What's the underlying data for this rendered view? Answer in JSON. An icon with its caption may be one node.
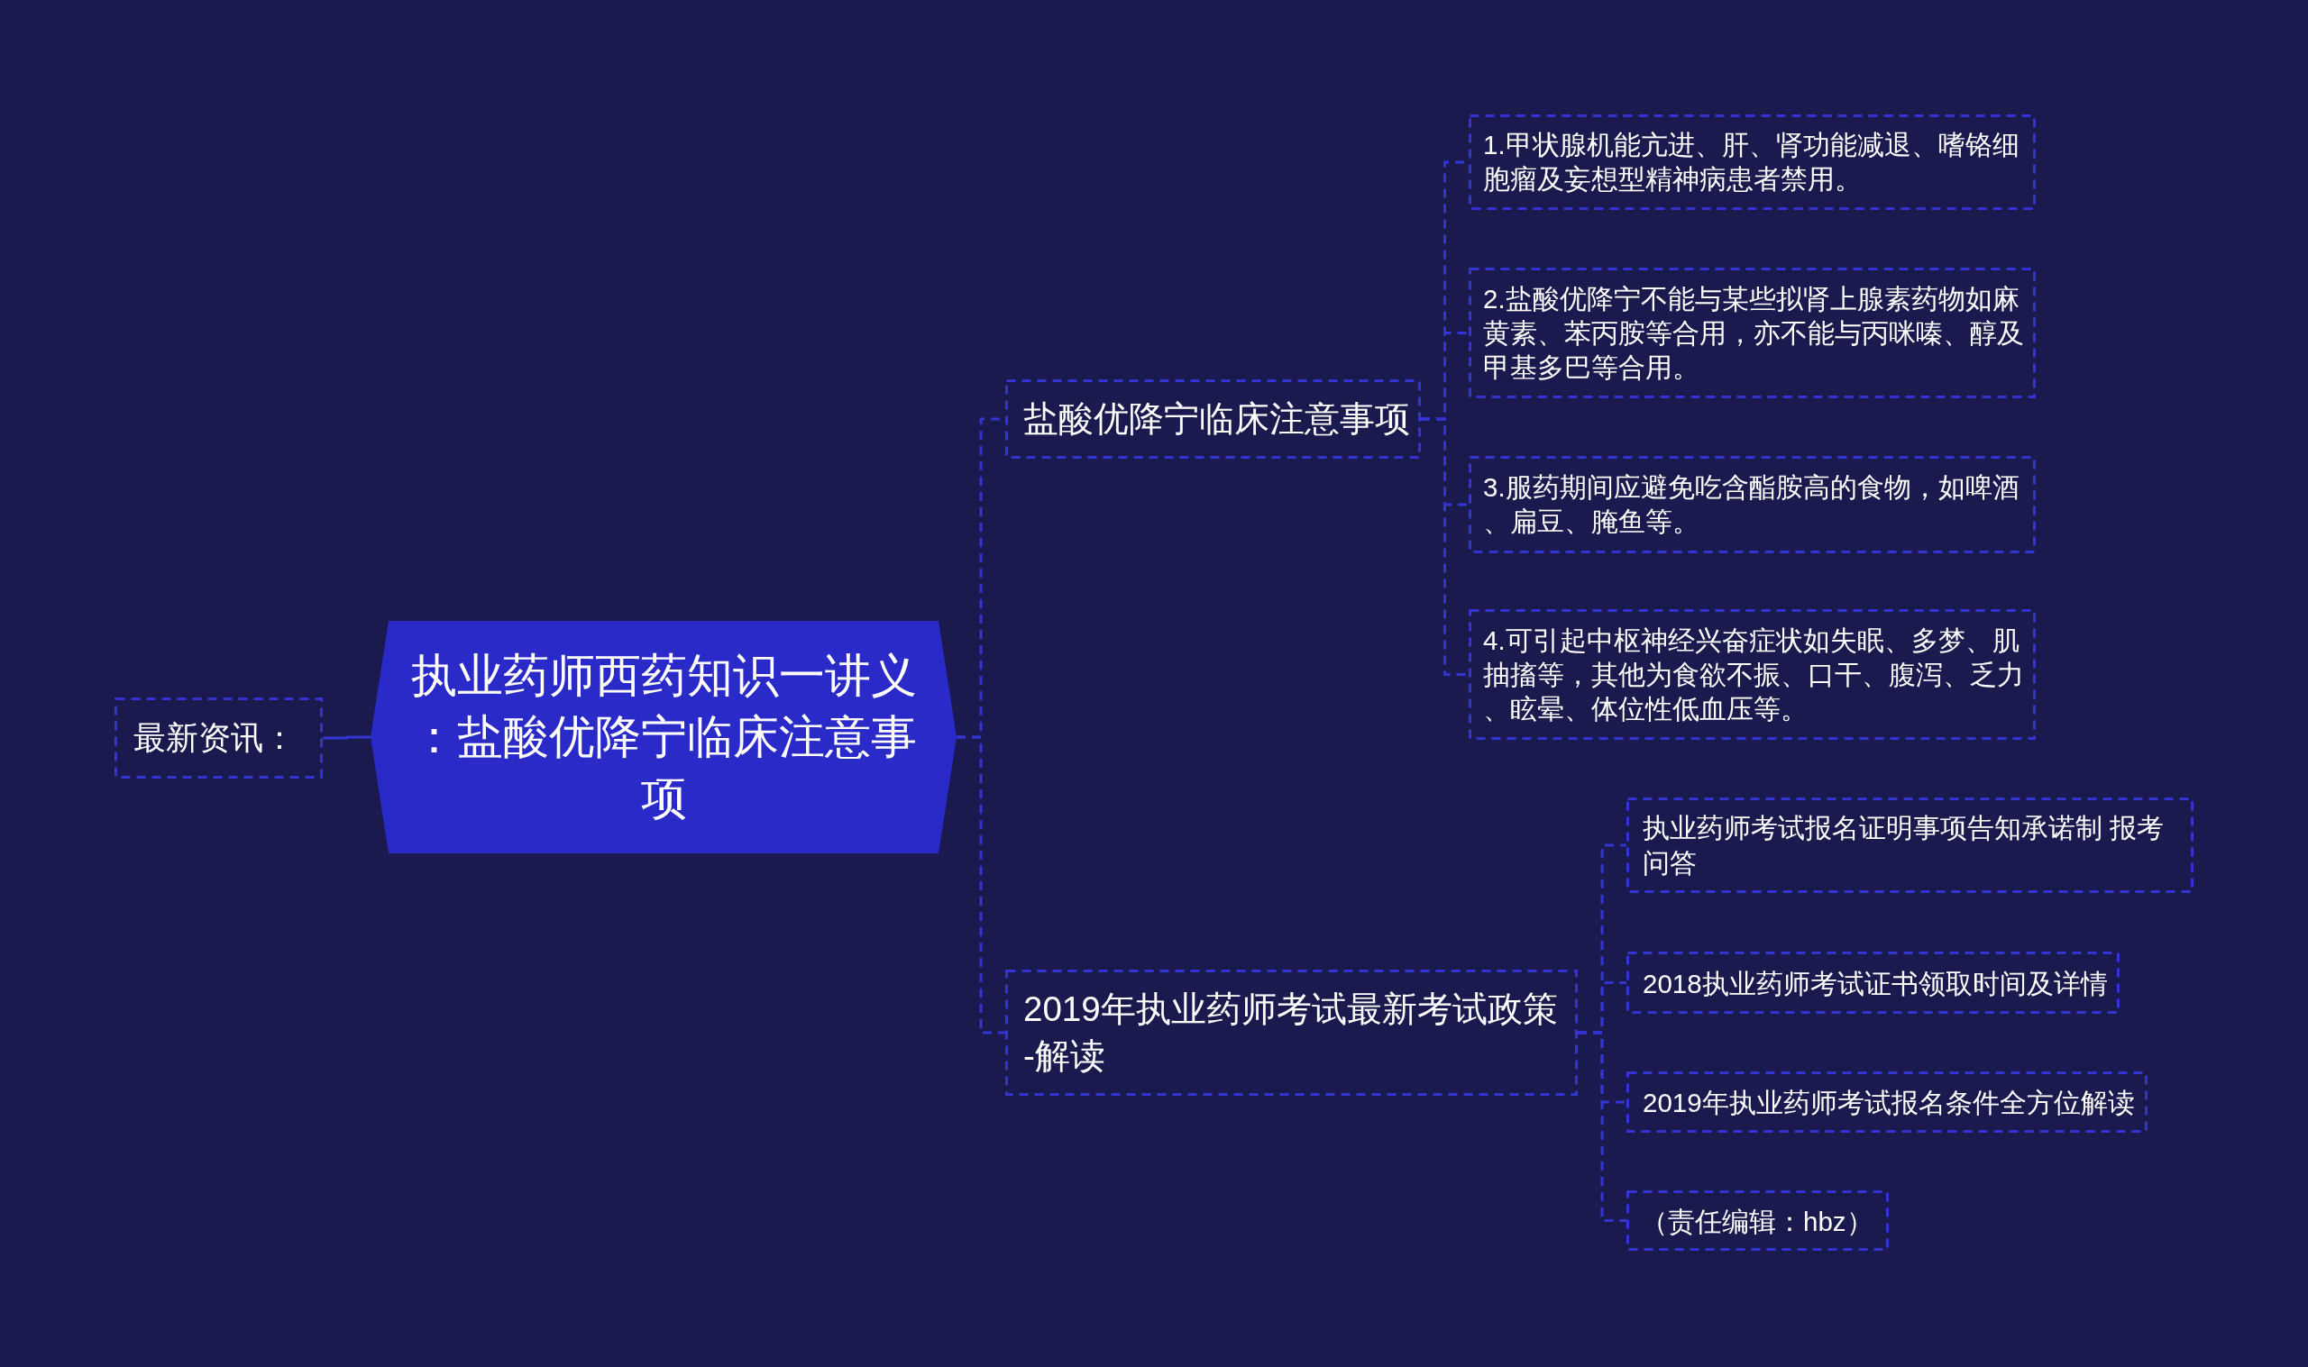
{
  "diagram": {
    "nodes": [
      {
        "text": [
          "执业药师西药知识一讲义：盐酸优降宁临床注意事项"
        ]
      },
      {
        "text": [
          "最新资讯："
        ]
      },
      {
        "text": [
          "盐酸优降宁临床注意事项"
        ]
      },
      {
        "text": [
          "1.甲状腺机能亢进、肝、肾功能减退、嗜铬细胞瘤及妄想型精神病患者禁用。"
        ]
      },
      {
        "text": [
          "2.盐酸优降宁不能与某些拟肾上腺素药物如麻黄素、苯丙胺等合用，亦不能与丙咪嗪、醇及甲基多巴等合用。"
        ]
      },
      {
        "text": [
          "3.服药期间应避免吃含酯胺高的食物，如啤酒、扁豆、腌鱼等。"
        ]
      },
      {
        "text": [
          "4.可引起中枢神经兴奋症状如失眠、多梦、肌抽搐等，其他为食欲不振、口干、腹泻、乏力、眩晕、体位性低血压等。"
        ]
      },
      {
        "text": [
          "2019年执业药师考试最新考试政策-解读"
        ]
      },
      {
        "text": [
          "执业药师考试报名证明事项告知承诺制 报考问答"
        ]
      },
      {
        "text": [
          "2018执业药师考试证书领取时间及详情"
        ]
      },
      {
        "text": [
          "2019年执业药师考试报名条件全方位解读"
        ]
      },
      {
        "text": [
          "（责任编辑：hbz）"
        ]
      }
    ],
    "edges": [
      {
        "from": 0,
        "to": 1,
        "arrow": "none"
      },
      {
        "from": 0,
        "to": 2,
        "arrow": "none",
        "style": "dashed"
      },
      {
        "from": 0,
        "to": 7,
        "arrow": "none",
        "style": "dashed"
      },
      {
        "from": 2,
        "to": 3,
        "arrow": "none",
        "style": "dashed"
      },
      {
        "from": 2,
        "to": 4,
        "arrow": "none",
        "style": "dashed"
      },
      {
        "from": 2,
        "to": 5,
        "arrow": "none",
        "style": "dashed"
      },
      {
        "from": 2,
        "to": 6,
        "arrow": "none",
        "style": "dashed"
      },
      {
        "from": 7,
        "to": 8,
        "arrow": "none",
        "style": "dashed"
      },
      {
        "from": 7,
        "to": 9,
        "arrow": "none",
        "style": "dashed"
      },
      {
        "from": 7,
        "to": 10,
        "arrow": "none",
        "style": "dashed"
      },
      {
        "from": 7,
        "to": 11,
        "arrow": "none",
        "style": "dashed"
      }
    ]
  }
}
